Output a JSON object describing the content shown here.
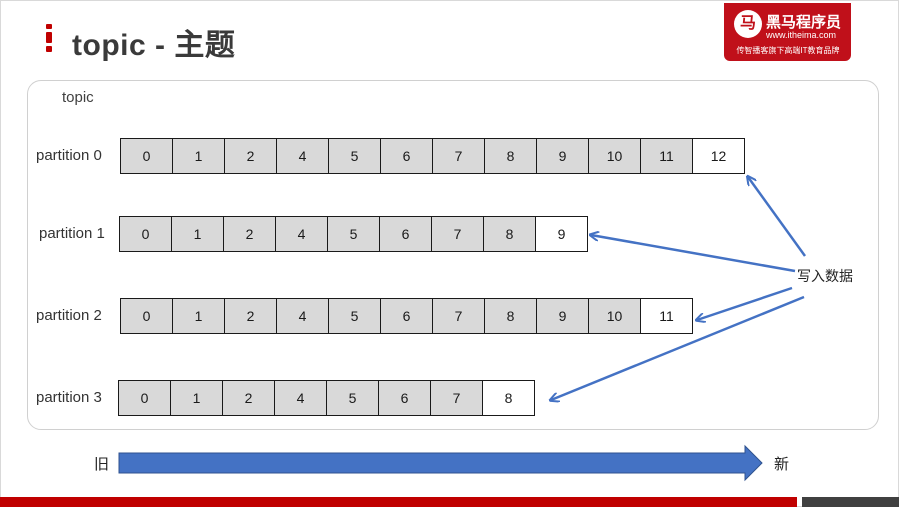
{
  "title": "topic - 主题",
  "logo": {
    "name": "黑马程序员",
    "url": "www.itheima.com",
    "slogan": "传智播客旗下高端IT教育品牌",
    "mark": "马"
  },
  "topic_label": "topic",
  "partitions": [
    {
      "label": "partition 0",
      "cells": [
        "0",
        "1",
        "2",
        "4",
        "5",
        "6",
        "7",
        "8",
        "9",
        "10",
        "11",
        "12"
      ]
    },
    {
      "label": "partition 1",
      "cells": [
        "0",
        "1",
        "2",
        "4",
        "5",
        "6",
        "7",
        "8",
        "9"
      ]
    },
    {
      "label": "partition 2",
      "cells": [
        "0",
        "1",
        "2",
        "4",
        "5",
        "6",
        "7",
        "8",
        "9",
        "10",
        "11"
      ]
    },
    {
      "label": "partition 3",
      "cells": [
        "0",
        "1",
        "2",
        "4",
        "5",
        "6",
        "7",
        "8"
      ]
    }
  ],
  "write_label": "写入数据",
  "time_axis": {
    "old": "旧",
    "new": "新"
  },
  "colors": {
    "brand_red": "#c00000",
    "arrow_blue": "#4472c4",
    "cell_fill": "#d9d9d9",
    "new_cell_fill": "#ffffff"
  }
}
